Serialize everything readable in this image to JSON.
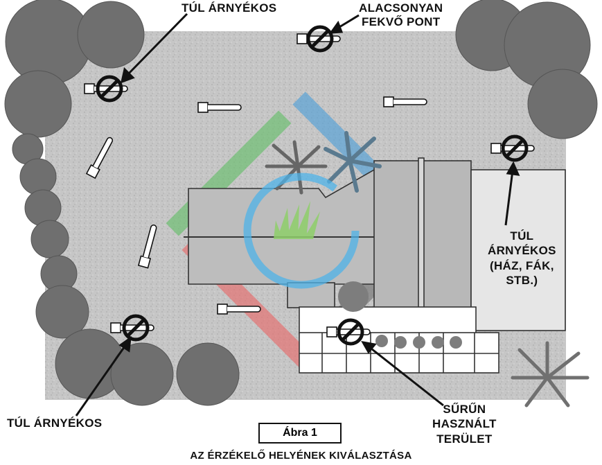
{
  "labels": {
    "too_shady_top_left": "TÚL ÁRNYÉKOS",
    "low_point": [
      "ALACSONYAN",
      "FEKVŐ PONT"
    ],
    "too_shady_right": [
      "TÚL",
      "ÁRNYÉKOS",
      "(HÁZ, FÁK,",
      "STB.)"
    ],
    "too_shady_bottom_left": "TÚL ÁRNYÉKOS",
    "busy_area": [
      "SŰRŰN",
      "HASZNÁLT",
      "TERÜLET"
    ]
  },
  "figure_label": "Ábra 1",
  "caption": "AZ ÉRZÉKELŐ HELYÉNEK KIVÁLASZTÁSA",
  "colors": {
    "lawn": "#c4c4c4",
    "tree": "#6f6f6f",
    "house": "#bdbdbd",
    "green_beam": "#6fbf73",
    "blue_beam": "#5aa3d6",
    "red_beam": "#e57373",
    "gray_beam": "#7a7a7a",
    "sun_ring": "#4fb3e8",
    "grass": "#8fcf6a"
  }
}
